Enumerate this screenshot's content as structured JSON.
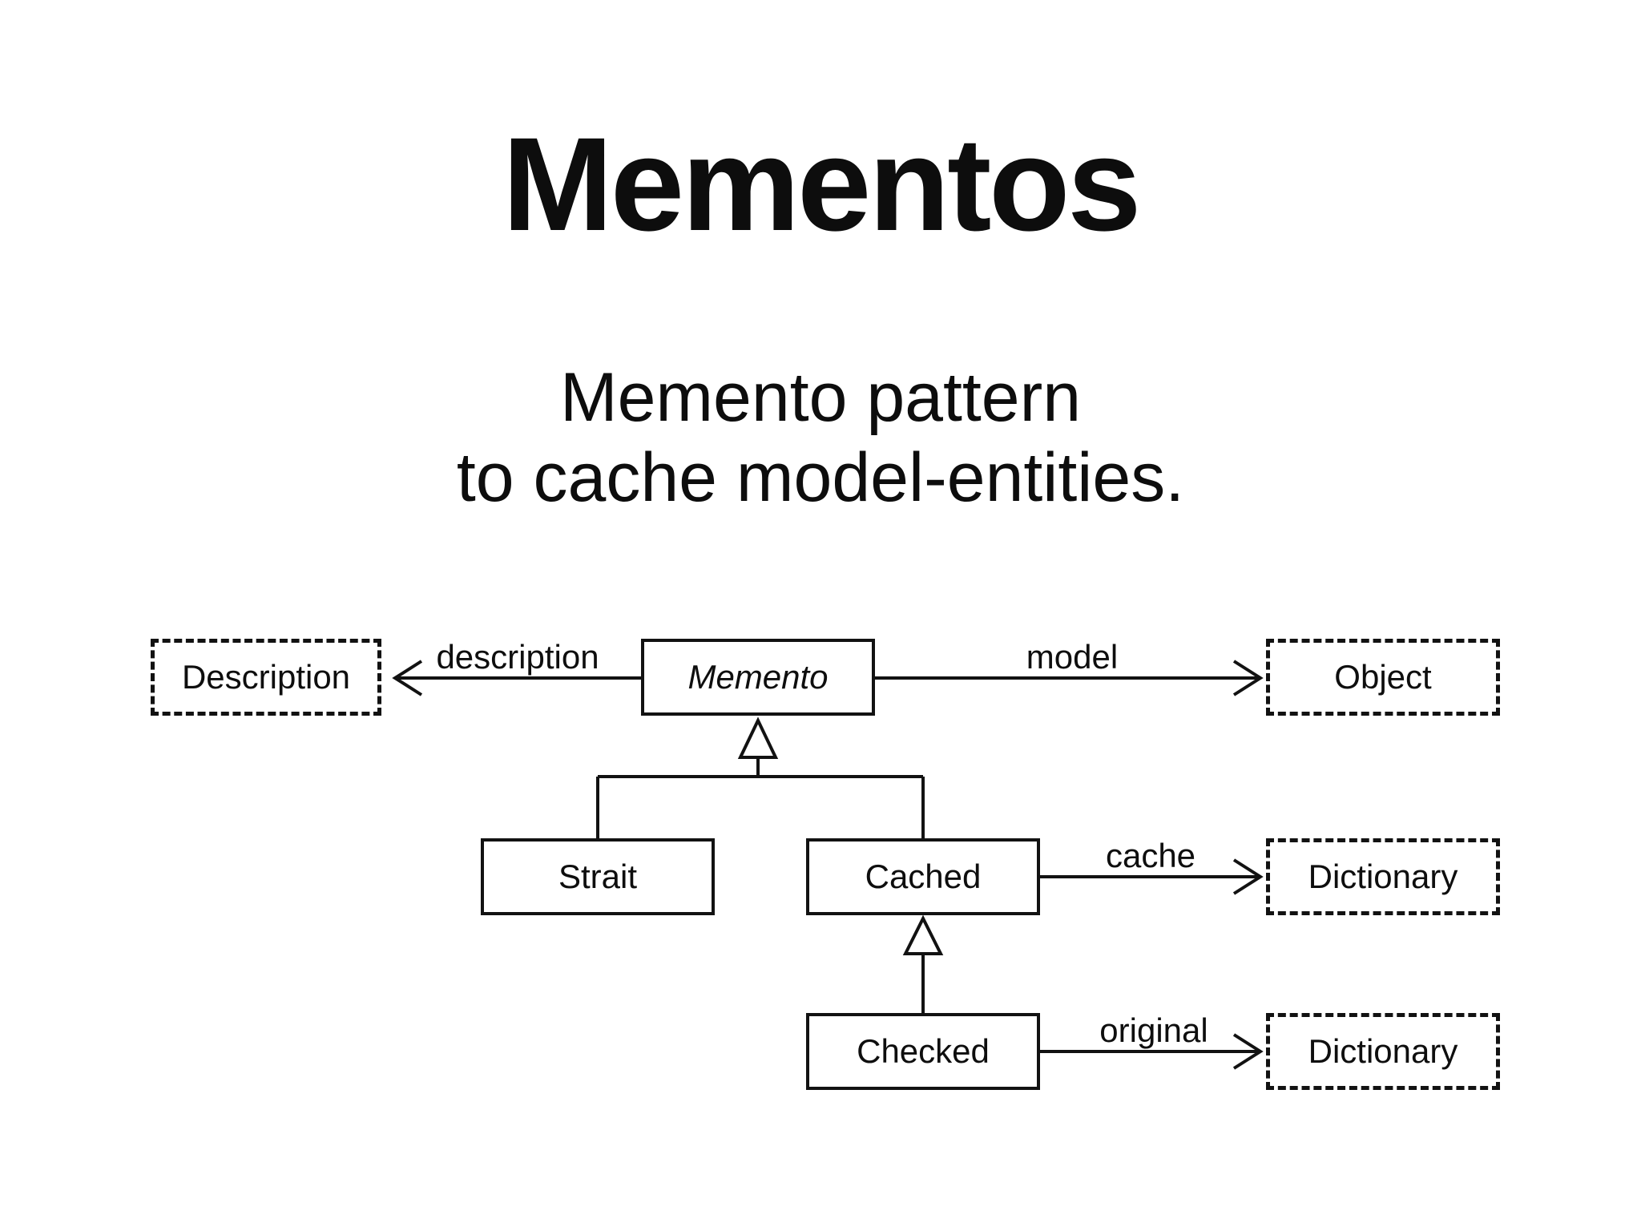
{
  "colors": {
    "background": "#ffffff",
    "ink": "#121212"
  },
  "slide": {
    "title": "Mementos",
    "subtitle_line1": "Memento pattern",
    "subtitle_line2": "to cache model-entities."
  },
  "diagram": {
    "classes": {
      "memento": {
        "label": "Memento",
        "border": "solid",
        "italic": true
      },
      "strait": {
        "label": "Strait",
        "border": "solid",
        "italic": false
      },
      "cached": {
        "label": "Cached",
        "border": "solid",
        "italic": false
      },
      "checked": {
        "label": "Checked",
        "border": "solid",
        "italic": false
      },
      "description_type": {
        "label": "Description",
        "border": "dashed",
        "italic": false
      },
      "object_type": {
        "label": "Object",
        "border": "dashed",
        "italic": false
      },
      "dictionary_cache_type": {
        "label": "Dictionary",
        "border": "dashed",
        "italic": false
      },
      "dictionary_original_type": {
        "label": "Dictionary",
        "border": "dashed",
        "italic": false
      }
    },
    "relation_labels": {
      "description": "description",
      "model": "model",
      "cache": "cache",
      "original": "original"
    },
    "relations": [
      {
        "from": "Memento",
        "to": "Description",
        "type": "association",
        "label": "description"
      },
      {
        "from": "Memento",
        "to": "Object",
        "type": "association",
        "label": "model"
      },
      {
        "from": "Strait",
        "to": "Memento",
        "type": "inheritance",
        "label": ""
      },
      {
        "from": "Cached",
        "to": "Memento",
        "type": "inheritance",
        "label": ""
      },
      {
        "from": "Cached",
        "to": "Dictionary",
        "type": "association",
        "label": "cache"
      },
      {
        "from": "Checked",
        "to": "Cached",
        "type": "inheritance",
        "label": ""
      },
      {
        "from": "Checked",
        "to": "Dictionary",
        "type": "association",
        "label": "original"
      }
    ]
  }
}
